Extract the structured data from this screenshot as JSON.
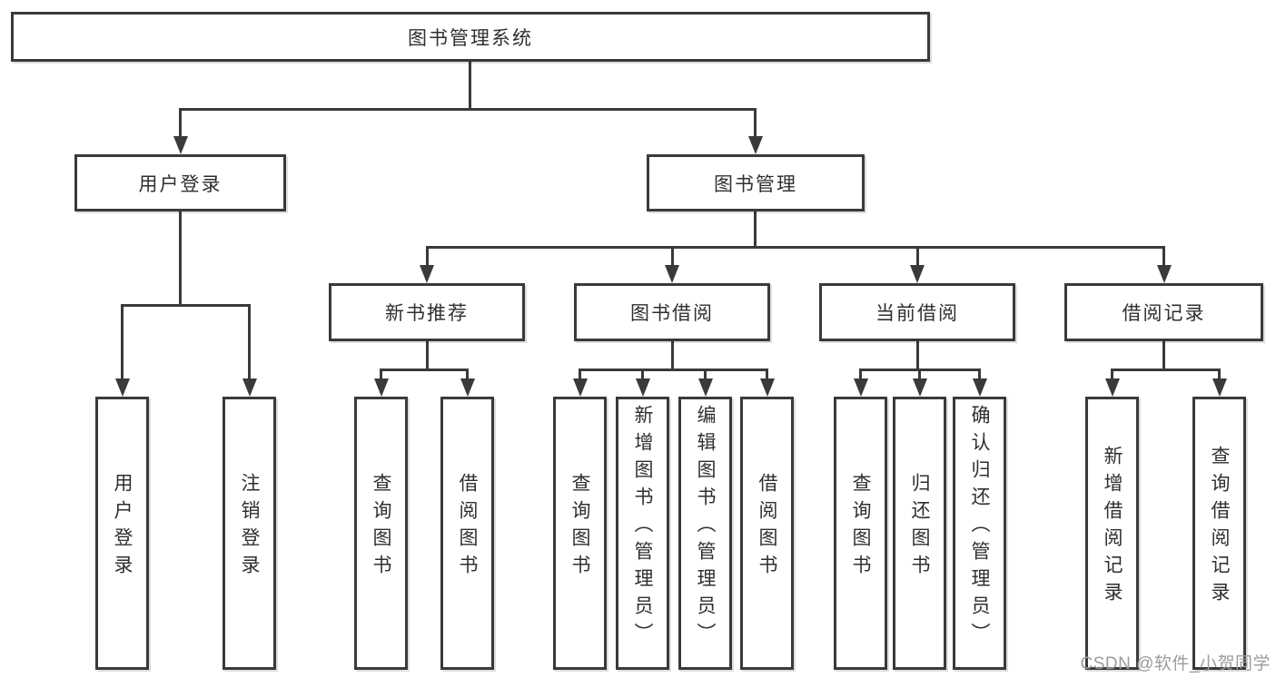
{
  "colors": {
    "line": "#3a3a3a",
    "box_border": "#3a3a3a",
    "text": "#2f2f2f",
    "watermark": "#9c9c9c"
  },
  "diagram": {
    "type": "hierarchy-tree",
    "root": {
      "label": "图书管理系统"
    },
    "branches": [
      {
        "label": "用户登录",
        "children": [
          {
            "label": "用户登录"
          },
          {
            "label": "注销登录"
          }
        ]
      },
      {
        "label": "图书管理",
        "children": [
          {
            "label": "新书推荐",
            "children": [
              {
                "label": "查询图书"
              },
              {
                "label": "借阅图书"
              }
            ]
          },
          {
            "label": "图书借阅",
            "children": [
              {
                "label": "查询图书"
              },
              {
                "label": "新增图书（管理员）"
              },
              {
                "label": "编辑图书（管理员）"
              },
              {
                "label": "借阅图书"
              }
            ]
          },
          {
            "label": "当前借阅",
            "children": [
              {
                "label": "查询图书"
              },
              {
                "label": "归还图书"
              },
              {
                "label": "确认归还（管理员）"
              }
            ]
          },
          {
            "label": "借阅记录",
            "children": [
              {
                "label": "新增借阅记录"
              },
              {
                "label": "查询借阅记录"
              }
            ]
          }
        ]
      }
    ]
  },
  "watermark": {
    "text": "CSDN @软件_小贺同学"
  }
}
